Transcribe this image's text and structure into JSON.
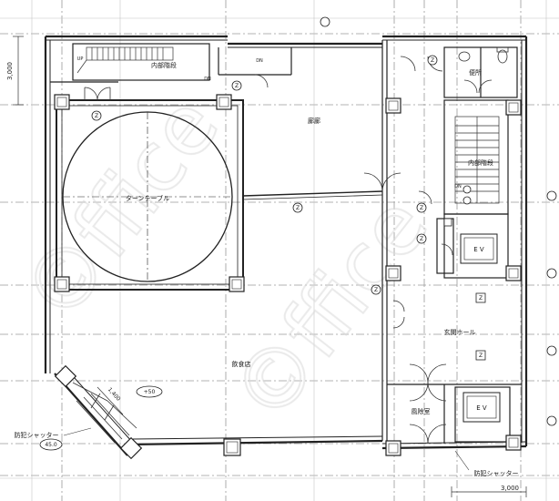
{
  "title": "",
  "watermark": "©ffice",
  "dimensions": {
    "left_top": "3,000",
    "diagonal": "1,400",
    "bottom_right": "3,000"
  },
  "level_mark": "+50",
  "angle_mark": "45.0",
  "axis_marks": {
    "circle_letter": "Z",
    "square_letter": "Z"
  },
  "rooms": {
    "turntable": "ターンテーブル",
    "restaurant": "飲食店",
    "entrance_hall": "玄関ホール",
    "wind_break_room": "風除室",
    "lift_1": "E V",
    "lift_2": "E V",
    "internal_stair_1": "内部階段",
    "internal_stair_2": "内部階段",
    "toilet": "便所",
    "corridor": "廊廊",
    "shutter_left": "防犯シャッター",
    "shutter_bottom": "防犯シャッター",
    "up_mark": "UP",
    "dn_mark_1": "DN",
    "dn_mark_2": "DN",
    "dn_mark_3": "DN"
  }
}
